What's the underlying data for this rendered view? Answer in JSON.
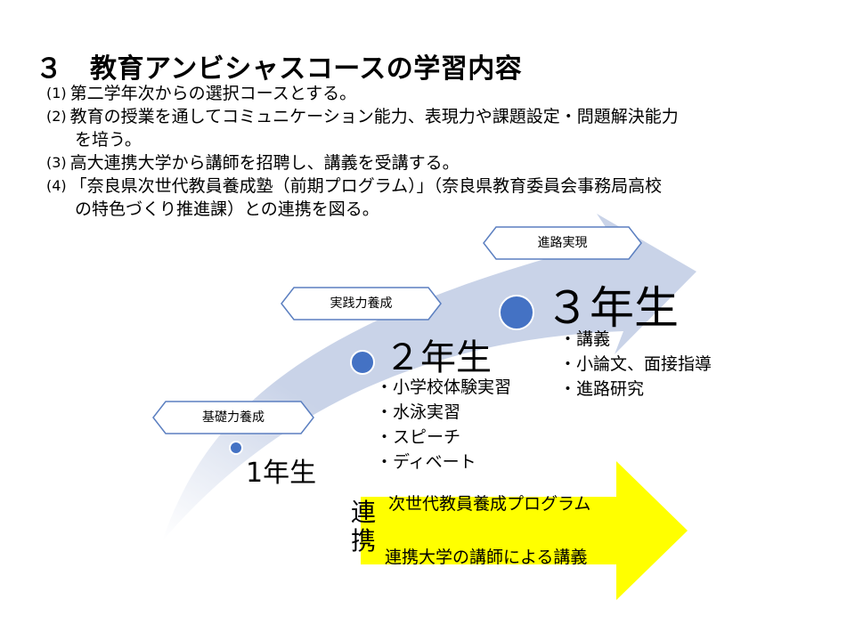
{
  "title": "３　教育アンビシャスコースの学習内容",
  "points": [
    {
      "num": "(1)",
      "lines": [
        "第二学年次からの選択コースとする。"
      ]
    },
    {
      "num": "(2)",
      "lines": [
        "教育の授業を通してコミュニケーション能力、表現力や課題設定・問題解決能力",
        "を培う。"
      ]
    },
    {
      "num": "(3)",
      "lines": [
        "高大連携大学から講師を招聘し、講義を受講する。"
      ]
    },
    {
      "num": "(4)",
      "lines": [
        "「奈良県次世代教員養成塾（前期プログラム）」（奈良県教育委員会事務局高校",
        "の特色づくり推進課）との連携を図る。"
      ]
    }
  ],
  "stages": {
    "s1": "基礎力養成",
    "s2": "実践力養成",
    "s3": "進路実現"
  },
  "years": {
    "y1": "1年生",
    "y2": "２年生",
    "y3": "３年生"
  },
  "items_y2": [
    "・小学校体験実習",
    "・水泳実習",
    "・スピーチ",
    "・ディベート"
  ],
  "items_y3": [
    "・講義",
    "・小論文、面接指導",
    "・進路研究"
  ],
  "renkei": [
    "連",
    "携"
  ],
  "programs": [
    "次世代教員養成プログラム",
    "連携大学の講師による講義"
  ],
  "colors": {
    "arrow": "#c9d3e8",
    "dot": "#4472c4",
    "yellow": "#ffff00",
    "banner_stroke": "#5b7fc0"
  }
}
